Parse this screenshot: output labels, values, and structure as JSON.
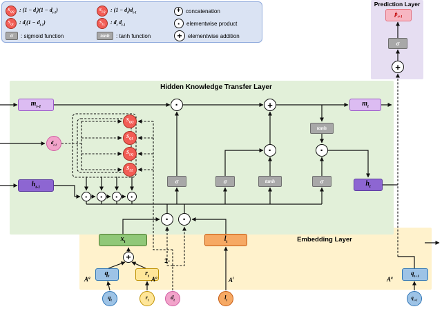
{
  "layers": {
    "prediction": "Prediction Layer",
    "hidden": "Hidden Knowledge Transfer Layer",
    "embedding": "Embedding Layer"
  },
  "legend": {
    "items": [
      {
        "sym": "S_{QQ}",
        "desc": ": (1 − d_{t})(1 − d_{t-1})"
      },
      {
        "sym": "S_{LQ}",
        "desc": ": (1 − d_{t})d_{t-1}"
      },
      {
        "sym": "+",
        "desc": "concatenation"
      },
      {
        "sym": "S_{QL}",
        "desc": ": d_{t}(1 − d_{t-1})"
      },
      {
        "sym": "S_{LL}",
        "desc": ": d_{t} d_{t-1}"
      },
      {
        "sym": "·",
        "desc": "elementwise product"
      },
      {
        "sym": "σ",
        "desc": ": sigmoid function"
      },
      {
        "sym": "tanh",
        "desc": ": tanh function"
      },
      {
        "sym": "+",
        "desc": "elementwise addition"
      }
    ]
  },
  "nodes": {
    "m_prev": "m_{t-1}",
    "m_next": "m_{t}",
    "h_prev": "h_{t-1}",
    "h_next": "h_{t}",
    "d_prev": "d_{t-1}",
    "d_t": "d_{t}",
    "s_qq": "S_{QQ}",
    "s_ql": "S_{QL}",
    "s_lq": "S_{LQ}",
    "s_ll": "S_{LL}",
    "sigma": "σ",
    "tanh": "tanh",
    "x_t": "x_{t}",
    "l_t": "l_{t}",
    "q_t": "q_{t}",
    "r_t": "r_{t}",
    "q_next": "q_{t+1}",
    "p_next": "p̂_{t+1}",
    "a_q": "A^{q}",
    "a_a": "A^{a}",
    "a_l": "A^{l}"
  },
  "ops": {
    "product": "·",
    "add": "+",
    "concat": "+"
  },
  "misc": {
    "one_minus": "1-"
  }
}
